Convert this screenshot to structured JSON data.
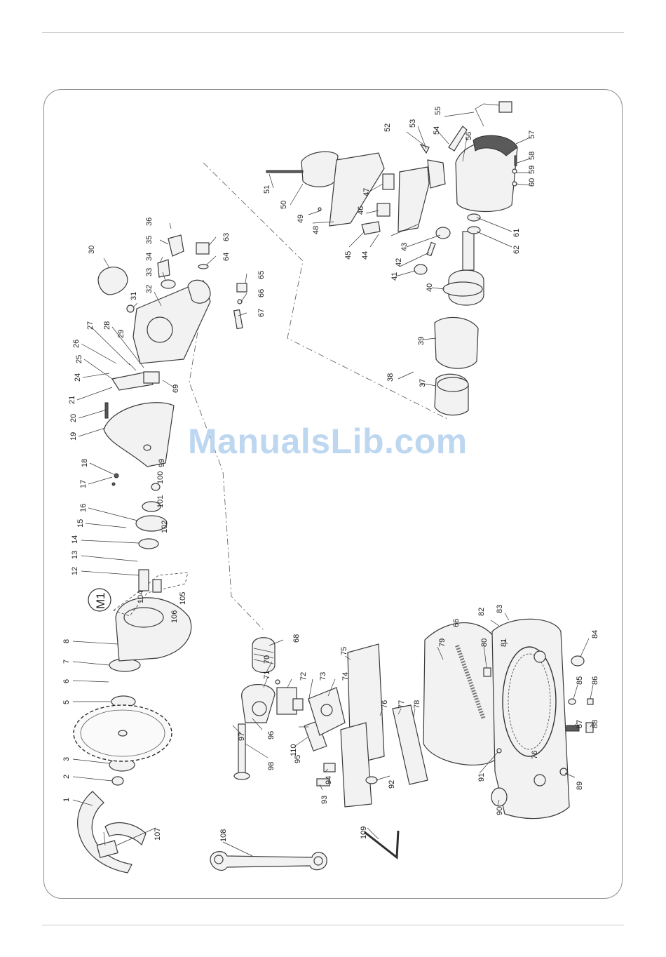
{
  "watermark": "ManualsLib.com",
  "callout": "M1",
  "part_labels": [
    "1",
    "2",
    "3",
    "5",
    "6",
    "7",
    "8",
    "12",
    "13",
    "14",
    "15",
    "16",
    "17",
    "18",
    "19",
    "20",
    "21",
    "24",
    "25",
    "26",
    "27",
    "28",
    "29",
    "30",
    "31",
    "32",
    "33",
    "34",
    "35",
    "36",
    "37",
    "38",
    "39",
    "40",
    "41",
    "42",
    "43",
    "44",
    "45",
    "46",
    "47",
    "48",
    "49",
    "50",
    "51",
    "52",
    "53",
    "54",
    "55",
    "56",
    "57",
    "58",
    "59",
    "60",
    "61",
    "62",
    "63",
    "64",
    "65",
    "66",
    "67",
    "68",
    "69",
    "70",
    "71",
    "72",
    "73",
    "74",
    "75",
    "76",
    "77",
    "78",
    "79",
    "80",
    "81",
    "82",
    "83",
    "84",
    "85",
    "86",
    "87",
    "88",
    "89",
    "90",
    "91",
    "92",
    "93",
    "94",
    "95",
    "96",
    "97",
    "98",
    "99",
    "100",
    "101",
    "102",
    "104",
    "105",
    "106",
    "107",
    "108",
    "109",
    "110",
    "66",
    "76"
  ]
}
